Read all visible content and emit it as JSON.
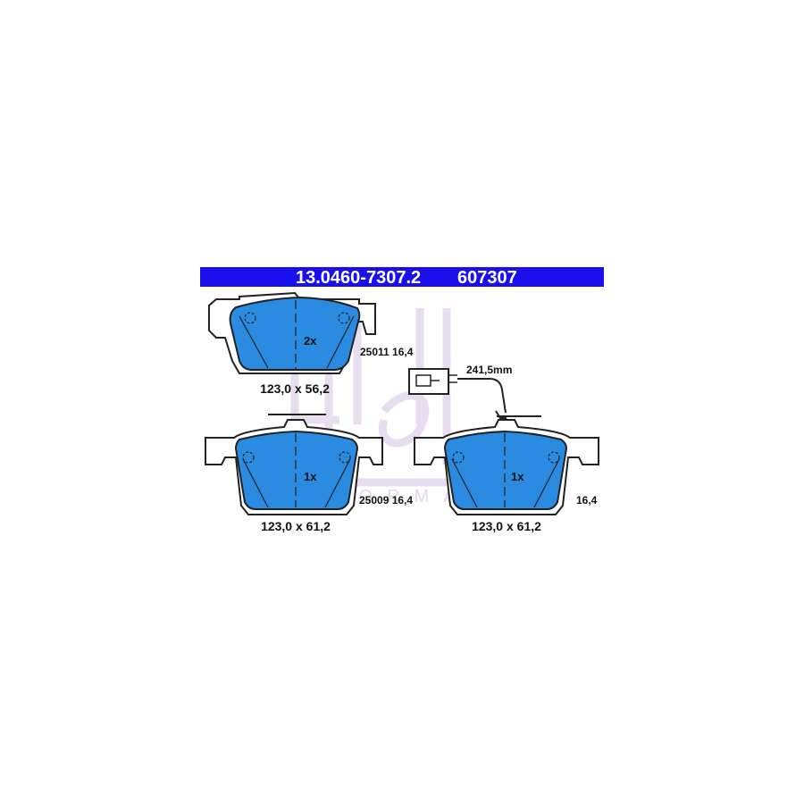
{
  "header": {
    "part_number": "13.0460-7307.2",
    "code": "607307"
  },
  "colors": {
    "header_bar": "#1a10ee",
    "pad_fill": "#2a8be0",
    "outline": "#222222",
    "watermark": "#e6d9ef"
  },
  "pads": [
    {
      "id": "top",
      "quantity": "2x",
      "ref": "25011 16,4",
      "dimensions": "123,0 x 56,2"
    },
    {
      "id": "bottom-left",
      "quantity": "1x",
      "ref": "25009 16,4",
      "dimensions": "123,0 x 61,2"
    },
    {
      "id": "bottom-right",
      "quantity": "1x",
      "ref": "16,4",
      "dimensions": "123,0 x 61,2"
    }
  ],
  "wear_sensor": {
    "length": "241,5mm"
  },
  "watermark": {
    "text": "PERFORMANCE",
    "icon": "watermark-logo-icon"
  }
}
